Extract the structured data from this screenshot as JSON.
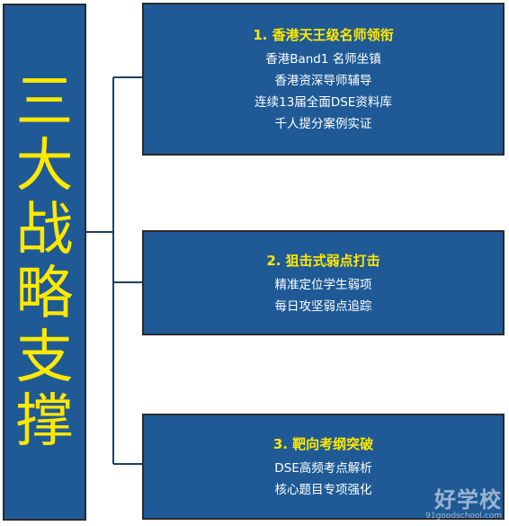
{
  "pillar": {
    "chars": [
      "三",
      "大",
      "战",
      "略",
      "支",
      "撑"
    ]
  },
  "boxes": [
    {
      "title": "1. 香港天王级名师领衔",
      "lines": [
        "香港Band1 名师坐镇",
        "香港资深导师辅导",
        "连续13届全面DSE资料库",
        "千人提分案例实证"
      ]
    },
    {
      "title": "2. 狙击式弱点打击",
      "lines": [
        "精准定位学生弱项",
        "每日攻坚弱点追踪"
      ]
    },
    {
      "title": "3. 靶向考纲突破",
      "lines": [
        "DSE高频考点解析",
        "核心题目专项强化"
      ]
    }
  ],
  "watermark": {
    "logo": "好学校",
    "url": "91goodschool.com"
  },
  "colors": {
    "panel": "#1f5a96",
    "title_text": "#ffe800",
    "body_text": "#ffffff",
    "connector": "#1c3f66"
  }
}
